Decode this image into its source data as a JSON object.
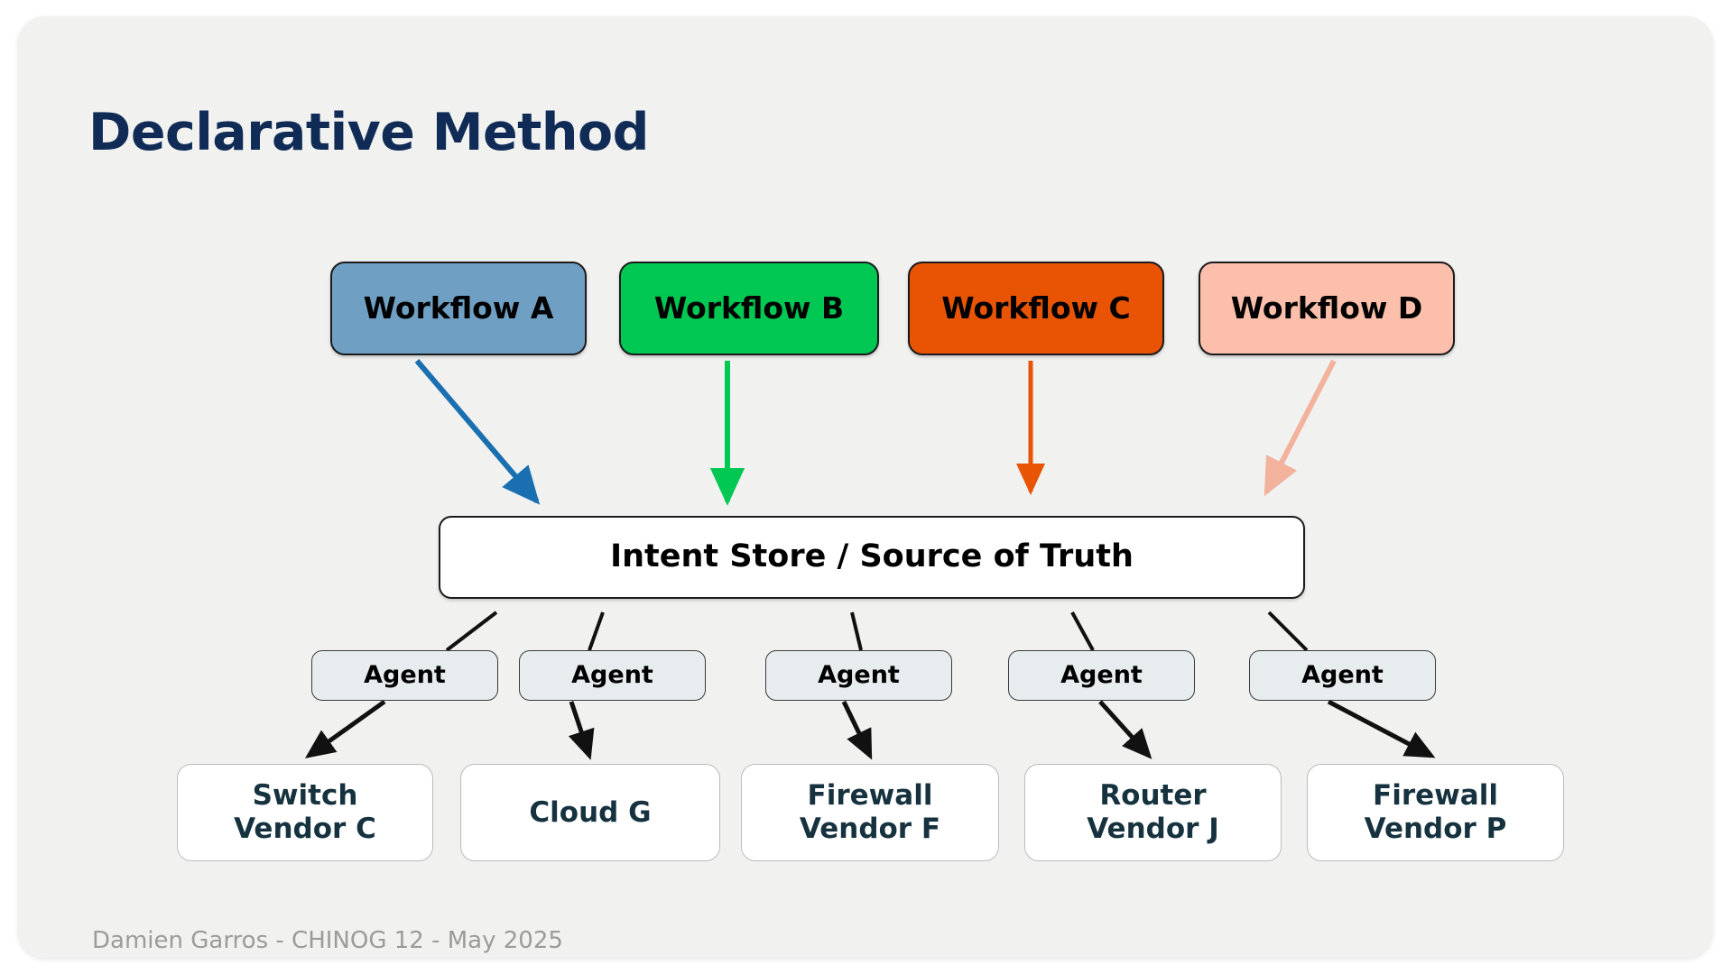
{
  "slide": {
    "title": "Declarative Method",
    "footer": "Damien Garros - CHINOG 12 - May 2025",
    "background": "#ffffff",
    "card_background": "#f1f1f0",
    "title_color": "#102c56",
    "footer_color": "#9b9b9b"
  },
  "workflows": [
    {
      "label": "Workflow A",
      "fill": "#6fa0c4",
      "arrow_color": "#1a6fb0",
      "arrow_style": "diagonal-right"
    },
    {
      "label": "Workflow B",
      "fill": "#00c853",
      "arrow_color": "#00c853",
      "arrow_style": "straight-down"
    },
    {
      "label": "Workflow C",
      "fill": "#e85404",
      "arrow_color": "#e85404",
      "arrow_style": "straight-down"
    },
    {
      "label": "Workflow D",
      "fill": "#fbbfab",
      "arrow_color": "#f3b29c",
      "arrow_style": "diagonal-left"
    }
  ],
  "intent_store": {
    "label": "Intent Store / Source of Truth"
  },
  "agents": [
    {
      "label": "Agent"
    },
    {
      "label": "Agent"
    },
    {
      "label": "Agent"
    },
    {
      "label": "Agent"
    },
    {
      "label": "Agent"
    }
  ],
  "devices": [
    {
      "line1": "Switch",
      "line2": "Vendor C"
    },
    {
      "line1": "Cloud G",
      "line2": ""
    },
    {
      "line1": "Firewall",
      "line2": "Vendor F"
    },
    {
      "line1": "Router",
      "line2": "Vendor J"
    },
    {
      "line1": "Firewall",
      "line2": "Vendor P"
    }
  ],
  "connector_color": "#111111"
}
